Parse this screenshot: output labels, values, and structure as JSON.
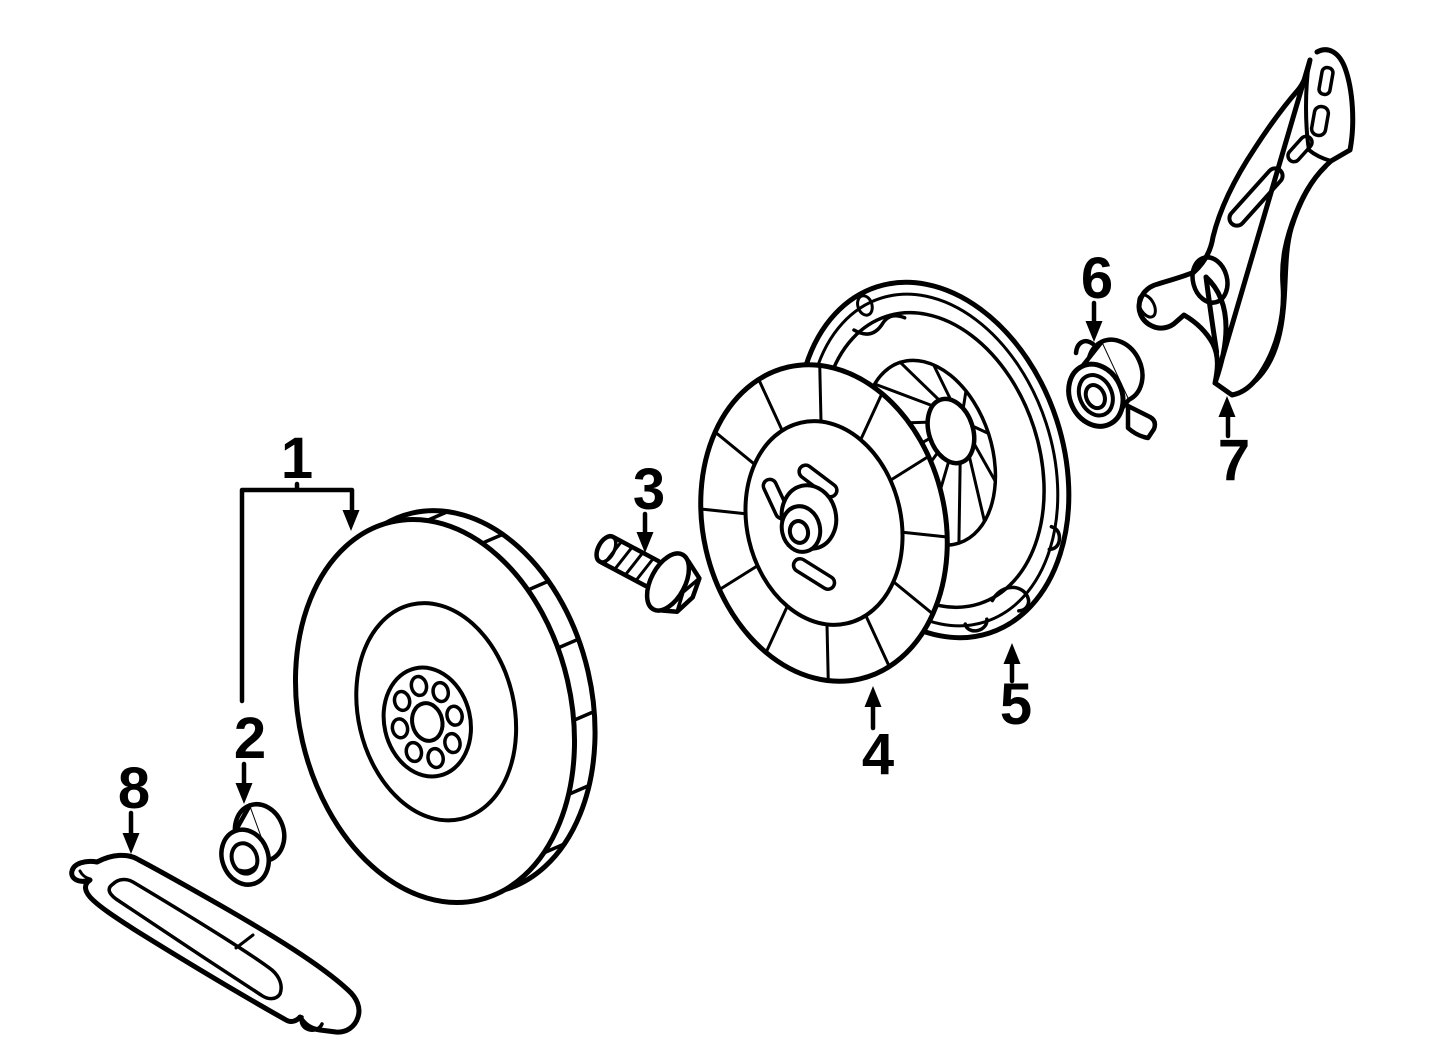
{
  "diagram": {
    "background_color": "#ffffff",
    "line_color": "#000000",
    "callouts": [
      {
        "number": "1"
      },
      {
        "number": "2"
      },
      {
        "number": "3"
      },
      {
        "number": "4"
      },
      {
        "number": "5"
      },
      {
        "number": "6"
      },
      {
        "number": "7"
      },
      {
        "number": "8"
      }
    ]
  }
}
